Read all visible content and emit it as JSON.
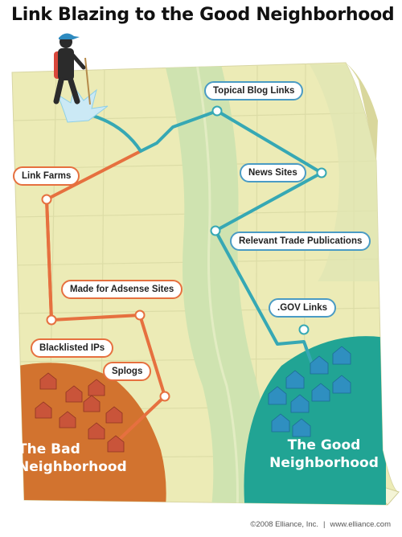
{
  "title": "Link Blazing to the Good Neighborhood",
  "colors": {
    "bad_path": "#e6703f",
    "good_path": "#36a8b4",
    "map_base": "#ecebb6",
    "river": "#cfe3b0",
    "bad_ground": "#d2732f",
    "good_ground": "#21a494",
    "good_house": "#2f8fc0",
    "bad_house": "#c9543a"
  },
  "bad_path_labels": {
    "link_farms": "Link Farms",
    "made_for_adsense": "Made for Adsense Sites",
    "blacklisted_ips": "Blacklisted IPs",
    "splogs": "Splogs"
  },
  "good_path_labels": {
    "topical_blog_links": "Topical Blog Links",
    "news_sites": "News Sites",
    "relevant_trade_publications": "Relevant Trade Publications",
    "gov_links": ".GOV Links"
  },
  "neighborhoods": {
    "bad_line1": "The Bad",
    "bad_line2": "Neighborhood",
    "good_line1": "The Good",
    "good_line2": "Neighborhood"
  },
  "footer": {
    "copyright": "©2008 Elliance, Inc.",
    "separator": "|",
    "website": "www.elliance.com"
  }
}
